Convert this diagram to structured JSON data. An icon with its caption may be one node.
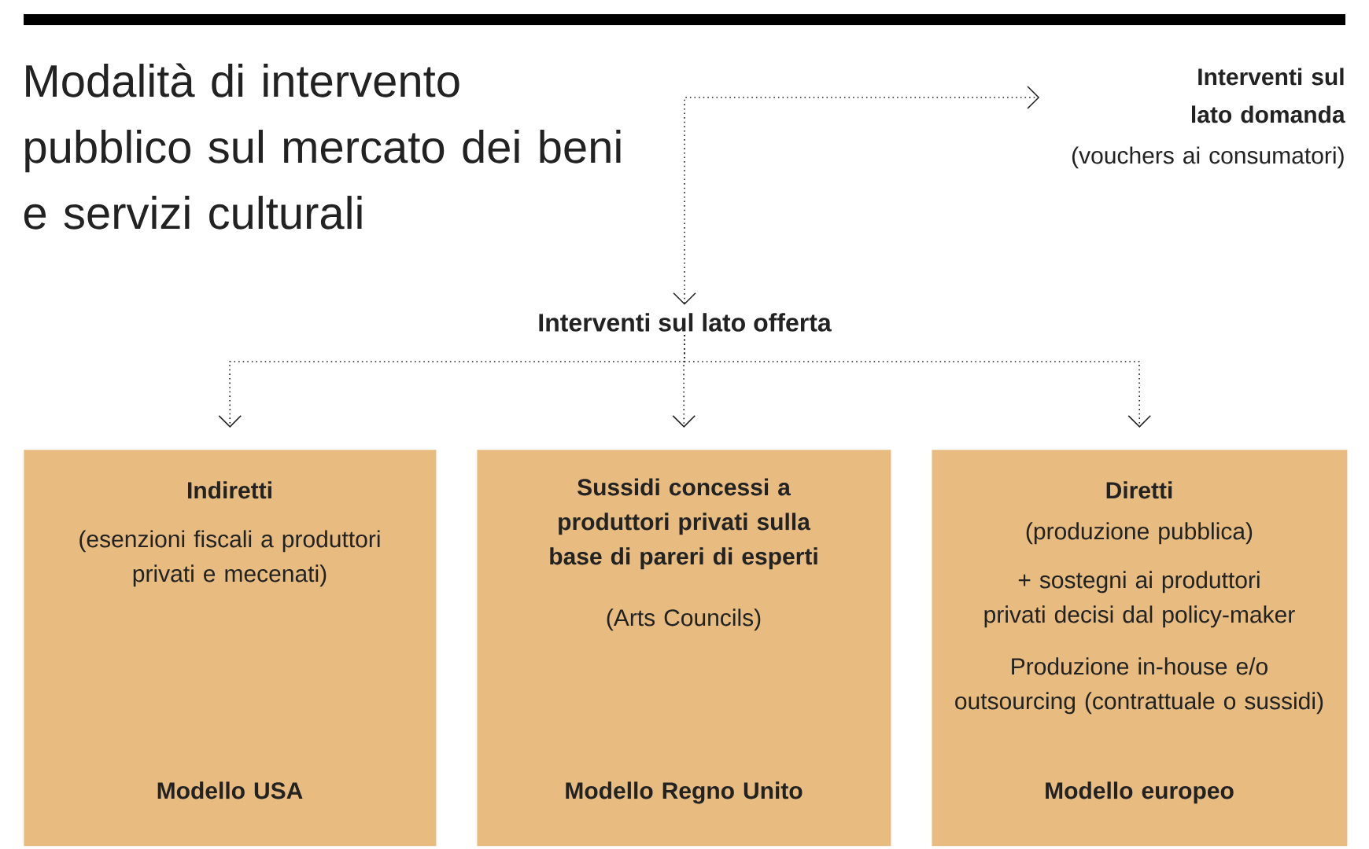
{
  "diagram": {
    "title": "Modalità di intervento pubblico sul mercato dei beni e servizi culturali",
    "nodes": [
      {
        "text": [
          "Interventi sul lato domanda",
          "(vouchers ai consumatori)"
        ]
      },
      {
        "text": [
          "Interventi sul lato offerta"
        ]
      },
      {
        "text": [
          "Indiretti",
          "(esenzioni fiscali a produttori privati e mecenati)",
          "Modello USA"
        ]
      },
      {
        "text": [
          "Sussidi concessi a produttori privati sulla base di pareri di esperti",
          "(Arts Councils)",
          "Modello Regno Unito"
        ]
      },
      {
        "text": [
          "Diretti",
          "(produzione pubblica)",
          "+ sostegni ai produttori privati decisi dal policy-maker",
          "Produzione in-house e/o outsourcing (contrattuale o sussidi)",
          "Modello europeo"
        ]
      }
    ],
    "edges": [
      {
        "from": 1,
        "to": 0,
        "arrow": "both"
      },
      {
        "from": 1,
        "to": 2,
        "arrow": "to"
      },
      {
        "from": 1,
        "to": 3,
        "arrow": "to"
      },
      {
        "from": 1,
        "to": 4,
        "arrow": "to"
      }
    ]
  }
}
